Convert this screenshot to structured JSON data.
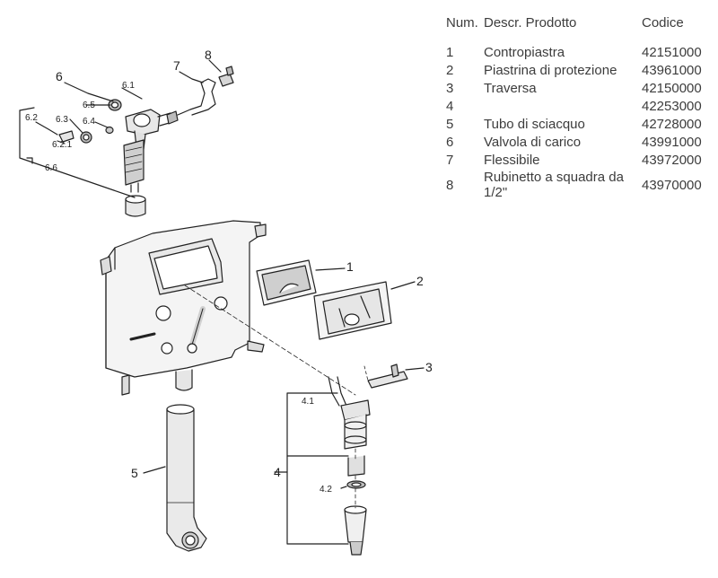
{
  "table": {
    "headers": {
      "num": "Num.",
      "desc": "Descr. Prodotto",
      "code": "Codice"
    },
    "rows": [
      {
        "num": "1",
        "desc": "Contropiastra",
        "code": "42151000"
      },
      {
        "num": "2",
        "desc": "Piastrina di protezione",
        "code": "43961000"
      },
      {
        "num": "3",
        "desc": "Traversa",
        "code": "42150000"
      },
      {
        "num": "4",
        "desc": "",
        "code": "42253000"
      },
      {
        "num": "5",
        "desc": "Tubo di sciacquo",
        "code": "42728000"
      },
      {
        "num": "6",
        "desc": "Valvola di carico",
        "code": "43991000"
      },
      {
        "num": "7",
        "desc": "Flessibile",
        "code": "43972000"
      },
      {
        "num": "8",
        "desc": "Rubinetto a squadra da 1/2\"",
        "code": "43970000"
      }
    ]
  },
  "callouts": {
    "c1": "1",
    "c2": "2",
    "c3": "3",
    "c4": "4",
    "c4_1": "4.1",
    "c4_2": "4.2",
    "c5": "5",
    "c6": "6",
    "c6_1": "6.1",
    "c6_2": "6.2",
    "c6_2_1": "6.2.1",
    "c6_3": "6.3",
    "c6_4": "6.4",
    "c6_5": "6.5",
    "c6_6": "6.6",
    "c7": "7",
    "c8": "8"
  },
  "colors": {
    "line": "#222222",
    "fill": "#f2f2f2",
    "shade": "#bcbcbc",
    "text": "#3c3c3c"
  }
}
